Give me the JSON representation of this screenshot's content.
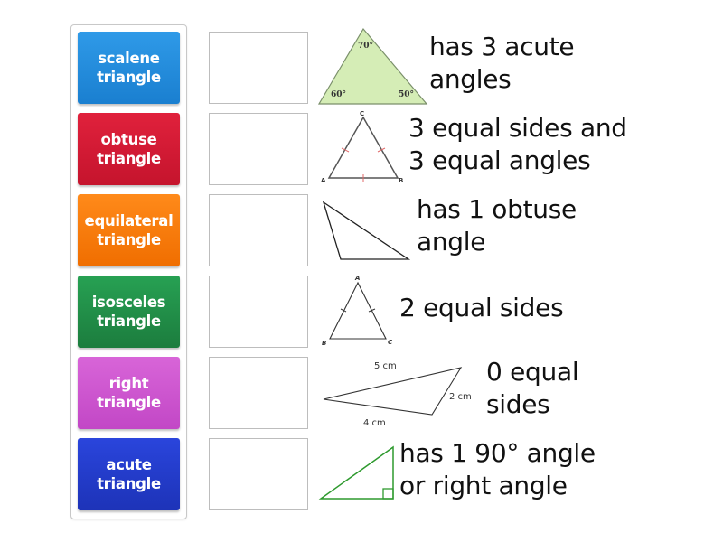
{
  "tiles": [
    {
      "line1": "scalene",
      "line2": "triangle",
      "color_top": "#2f9ae8",
      "color_bottom": "#1a7fd0"
    },
    {
      "line1": "obtuse",
      "line2": "triangle",
      "color_top": "#e0213c",
      "color_bottom": "#c5142d"
    },
    {
      "line1": "equilateral",
      "line2": "triangle",
      "color_top": "#ff8a1a",
      "color_bottom": "#f06e00"
    },
    {
      "line1": "isosceles",
      "line2": "triangle",
      "color_top": "#27a153",
      "color_bottom": "#1c7d3e"
    },
    {
      "line1": "right",
      "line2": "triangle",
      "color_top": "#d865d8",
      "color_bottom": "#c247c6"
    },
    {
      "line1": "acute",
      "line2": "triangle",
      "color_top": "#2a45dc",
      "color_bottom": "#1d33b8"
    }
  ],
  "rows": [
    {
      "image": "acute-triangle-angles-image",
      "labels": {
        "top": "70°",
        "left": "60°",
        "right": "50°"
      },
      "description": [
        "has 3 acute",
        "angles"
      ]
    },
    {
      "image": "equilateral-triangle-abc-image",
      "labels": {
        "a": "A",
        "b": "B",
        "c": "C"
      },
      "description": [
        "3 equal sides and",
        "3 equal angles"
      ]
    },
    {
      "image": "obtuse-triangle-image",
      "description": [
        "has 1 obtuse",
        "angle"
      ]
    },
    {
      "image": "isosceles-triangle-abc-image",
      "labels": {
        "a": "A",
        "b": "B",
        "c": "C"
      },
      "description": [
        "2 equal sides"
      ]
    },
    {
      "image": "scalene-triangle-sides-image",
      "labels": {
        "top": "5 cm",
        "right": "2 cm",
        "bottom": "4 cm"
      },
      "description": [
        "0 equal",
        "sides"
      ]
    },
    {
      "image": "right-triangle-image",
      "description": [
        "has 1 90° angle",
        "or right angle"
      ]
    }
  ]
}
